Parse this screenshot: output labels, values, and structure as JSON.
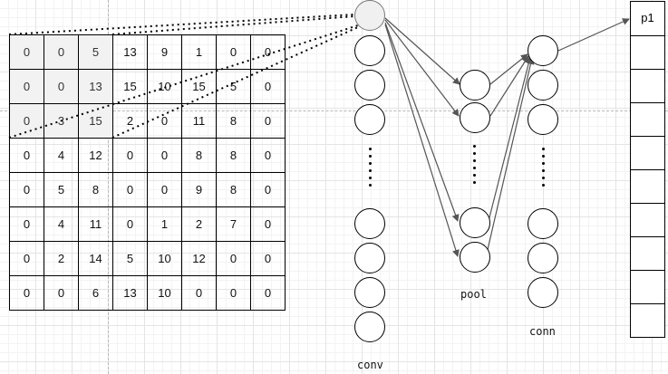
{
  "matrix": [
    [
      "0",
      "0",
      "5",
      "13",
      "9",
      "1",
      "0",
      "0"
    ],
    [
      "0",
      "0",
      "13",
      "15",
      "10",
      "15",
      "5",
      "0"
    ],
    [
      "0",
      "3",
      "15",
      "2",
      "0",
      "11",
      "8",
      "0"
    ],
    [
      "0",
      "4",
      "12",
      "0",
      "0",
      "8",
      "8",
      "0"
    ],
    [
      "0",
      "5",
      "8",
      "0",
      "0",
      "9",
      "8",
      "0"
    ],
    [
      "0",
      "4",
      "11",
      "0",
      "1",
      "2",
      "7",
      "0"
    ],
    [
      "0",
      "2",
      "14",
      "5",
      "10",
      "12",
      "0",
      "0"
    ],
    [
      "0",
      "0",
      "6",
      "13",
      "10",
      "0",
      "0",
      "0"
    ]
  ],
  "highlight_window": {
    "rows": 3,
    "cols": 3
  },
  "labels": {
    "conv": "conv",
    "pool": "pool",
    "conn": "conn",
    "output": "p1"
  },
  "output_cell_count": 10,
  "colors": {
    "highlight_fill": "#f2f2f2",
    "arrow": "#555555",
    "line": "#000000"
  }
}
